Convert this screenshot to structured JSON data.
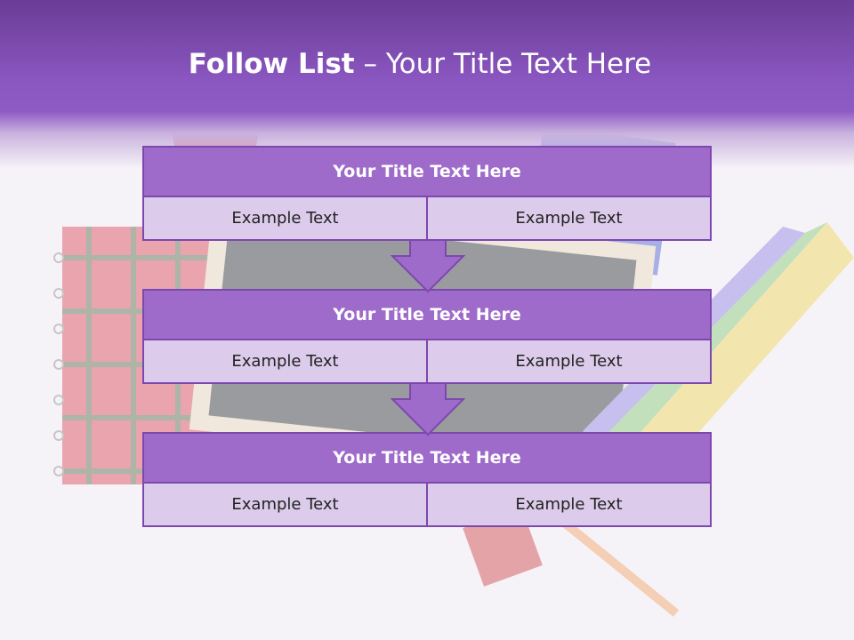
{
  "slide": {
    "title_bold": "Follow List",
    "title_rest": "  – Your Title Text Here"
  },
  "blocks": [
    {
      "title": "Your Title Text Here",
      "left": "Example Text",
      "right": "Example Text"
    },
    {
      "title": "Your Title Text Here",
      "left": "Example Text",
      "right": "Example Text"
    },
    {
      "title": "Your Title Text Here",
      "left": "Example Text",
      "right": "Example Text"
    }
  ],
  "colors": {
    "header": "#8a56c0",
    "block_head": "#9e6bcb",
    "block_cell": "#dccbea",
    "border": "#7d48ae"
  }
}
